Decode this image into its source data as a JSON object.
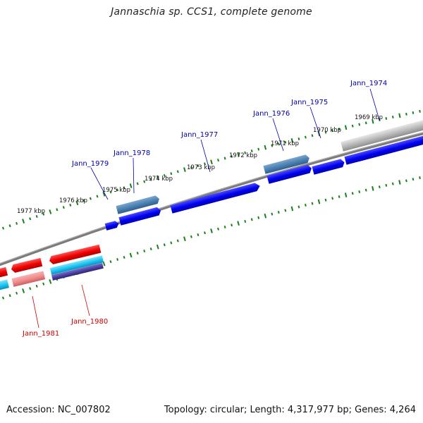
{
  "title": "Jannaschia sp. CCS1, complete genome",
  "footer": {
    "accession": "Accession: NC_007802",
    "topology": "Topology: circular; Length: 4,317,977 bp; Genes: 4,264"
  },
  "colors": {
    "forward_gene": "#0000ee",
    "forward_gene_alt": "#4a7fb0",
    "reverse_gene": "#ee0000",
    "reverse_gene_alt": "#f08a8a",
    "reverse_cds_cyan": "#19c3f0",
    "reverse_cds_purple": "#4a3fa0",
    "pseudo_gene": "#b8b8b8",
    "backbone": "#7a7a7a",
    "ticks": "#1a7f1a",
    "forward_label": "#0000aa",
    "reverse_label": "#cc0000"
  },
  "scale_labels": [
    "1969 kbp",
    "1970 kbp",
    "1971 kbp",
    "1972 kbp",
    "1973 kbp",
    "1974 kbp",
    "1975 kbp",
    "1976 kbp",
    "1977 kbp"
  ],
  "forward_gene_labels": [
    "Jann_1974",
    "Jann_1975",
    "Jann_1976",
    "Jann_1977",
    "Jann_1978",
    "Jann_1979"
  ],
  "reverse_gene_labels": [
    "Jann_1980",
    "Jann_1981"
  ]
}
